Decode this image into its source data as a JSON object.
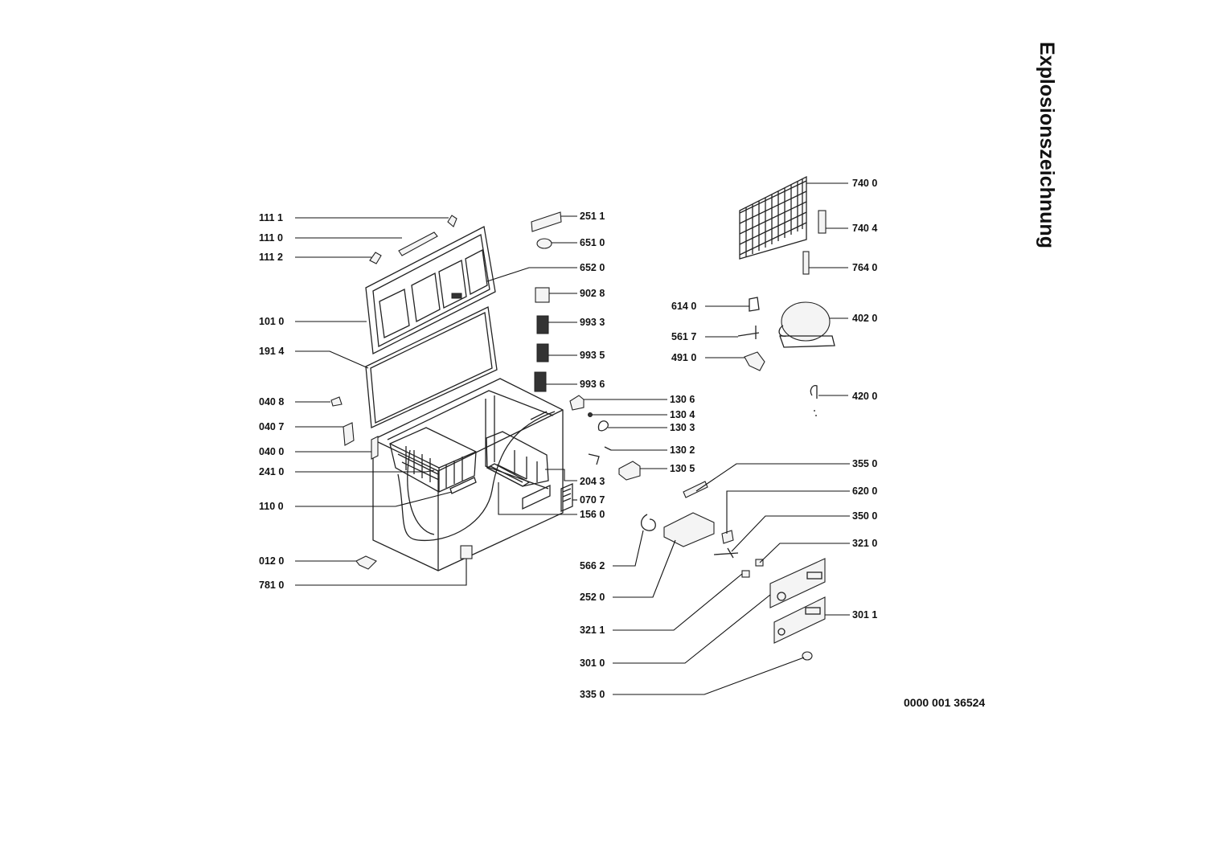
{
  "title": "Explosionszeichnung",
  "document_number": "0000 001 36524",
  "labels": {
    "l1111": "111 1",
    "l1110": "111 0",
    "l1112": "111 2",
    "l1010": "101 0",
    "l1914": "191 4",
    "l0408": "040 8",
    "l0407": "040 7",
    "l0400": "040 0",
    "l2410": "241 0",
    "l1100": "110 0",
    "l0120": "012 0",
    "l7810": "781 0",
    "l2511": "251 1",
    "l6510": "651 0",
    "l6520": "652 0",
    "l9028": "902 8",
    "l9933": "993 3",
    "l9935": "993 5",
    "l9936": "993 6",
    "l1306": "130 6",
    "l1304": "130 4",
    "l1303": "130 3",
    "l1302": "130 2",
    "l1305": "130 5",
    "l2043": "204 3",
    "l0707": "070 7",
    "l1560": "156 0",
    "l5662": "566 2",
    "l2520": "252 0",
    "l3211": "321 1",
    "l3010": "301 0",
    "l3350": "335 0",
    "l7400": "740 0",
    "l7404": "740 4",
    "l7640": "764 0",
    "l6140": "614 0",
    "l4020": "402 0",
    "l5617": "561 7",
    "l4910": "491 0",
    "l4200": "420 0",
    "l3550": "355 0",
    "l6200": "620 0",
    "l3500": "350 0",
    "l3210": "321 0",
    "l3011": "301 1"
  }
}
